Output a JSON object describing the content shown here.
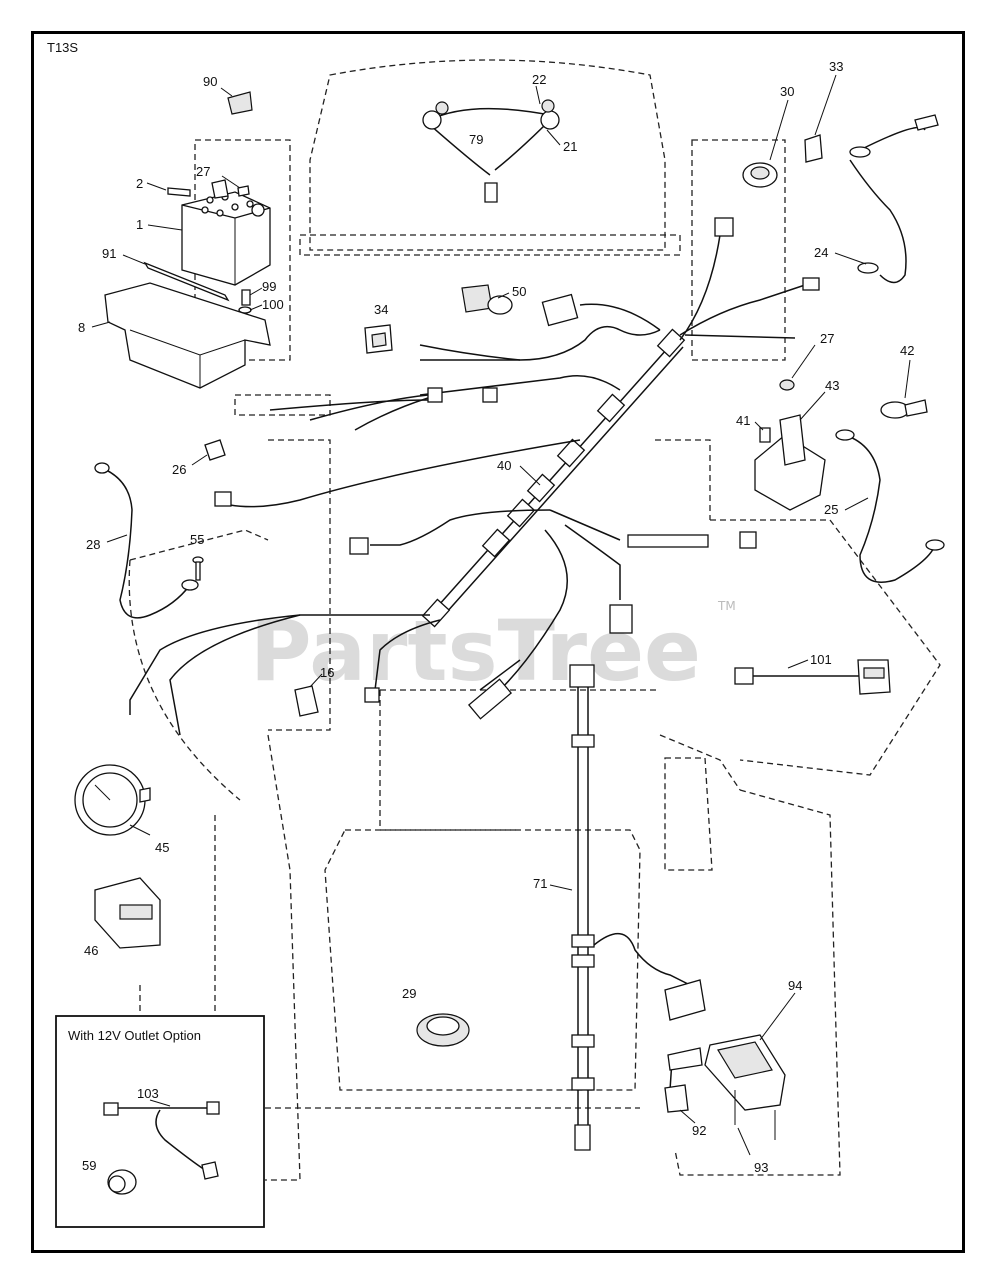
{
  "diagram_code": "T13S",
  "watermark": "PartsTree",
  "watermark_tm": "TM",
  "inset": {
    "title": "With 12V Outlet Option"
  },
  "callouts": [
    "90",
    "22",
    "79",
    "21",
    "30",
    "33",
    "27",
    "2",
    "1",
    "91",
    "99",
    "100",
    "8",
    "24",
    "50",
    "34",
    "42",
    "27",
    "43",
    "41",
    "26",
    "40",
    "25",
    "28",
    "55",
    "101",
    "16",
    "45",
    "71",
    "46",
    "29",
    "94",
    "103",
    "92",
    "93",
    "59"
  ]
}
